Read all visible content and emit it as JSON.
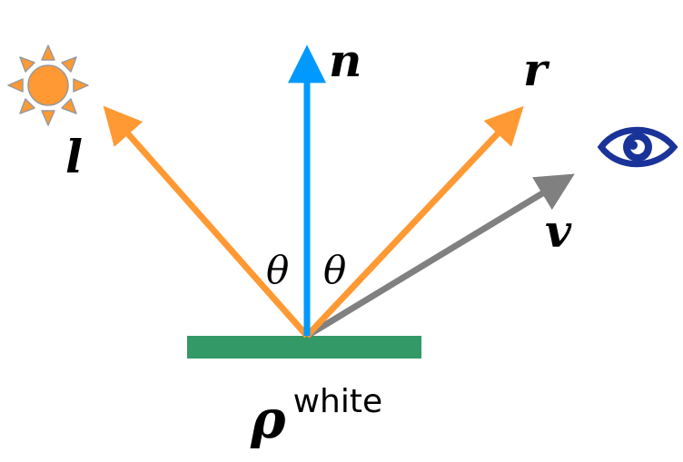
{
  "labels": {
    "light": "l",
    "normal": "n",
    "reflection": "r",
    "view": "v",
    "angle_left": "θ",
    "angle_right": "θ",
    "albedo_symbol": "ρ",
    "albedo_superscript": "white"
  },
  "icons": {
    "light_source": "sun-icon",
    "viewer": "eye-icon"
  },
  "colors": {
    "light": "#FF9933",
    "normal": "#0099FF",
    "reflection": "#FF9933",
    "view": "#808080",
    "surface": "#339966",
    "sun_fill": "#FF9933",
    "sun_rays": "#B3B3B3",
    "eye": "#1A3399"
  }
}
